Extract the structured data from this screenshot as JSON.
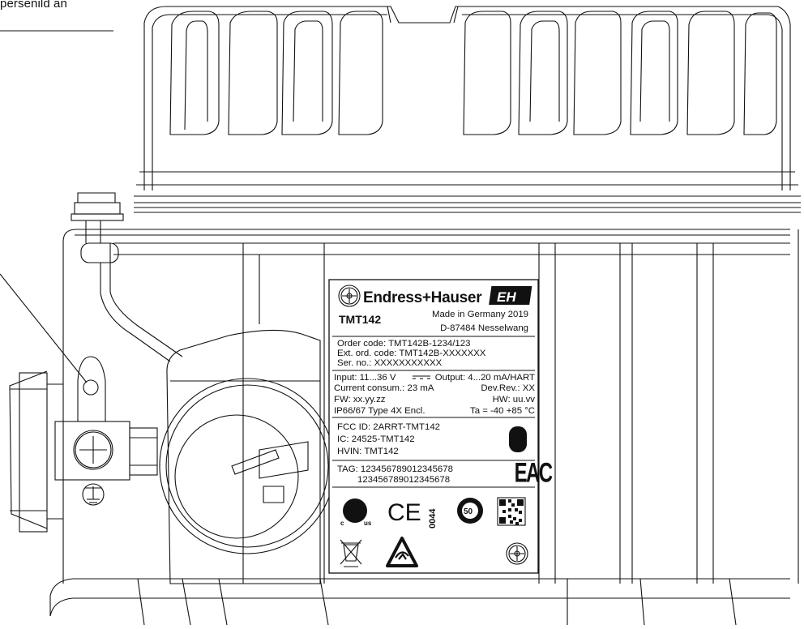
{
  "callout": {
    "text": "persenild an"
  },
  "nameplate": {
    "brand": "Endress+Hauser",
    "logo_text": "EH",
    "model": "TMT142",
    "made_in": "Made in Germany 2019",
    "address": "D-87484 Nesselwang",
    "order_code": "Order code: TMT142B-1234/123",
    "ext_order_code": "Ext. ord. code: TMT142B-XXXXXXX",
    "serial_no": "Ser. no.: XXXXXXXXXXX",
    "input": "Input: 11...36 V",
    "output": "Output: 4...20 mA/HART",
    "current": "Current consum.: 23 mA",
    "dev_rev": "Dev.Rev.: XX",
    "fw": "FW: xx.yy.zz",
    "hw": "HW: uu.vv",
    "ip_rating": "IP66/67 Type 4X Encl.",
    "ta_label": "Ta =",
    "ta_low": "-40",
    "ta_high": "+85 °C",
    "fcc_id": "FCC ID: 2ARRT-TMT142",
    "ic": "IC: 24525-TMT142",
    "hvin": "HVIN: TMT142",
    "tag_line1": "TAG: 123456789012345678",
    "tag_line2": "123456789012345678",
    "mark_ce": "CE",
    "mark_ce_number": "0044",
    "mark_eac": "EAC",
    "mark_csa_sub_left": "c",
    "mark_csa_sub_right": "us",
    "mark_round": "50"
  },
  "icons": [
    "crosshead-screw-icon",
    "earth-ground-icon",
    "qr-code-icon",
    "weee-bin-icon",
    "rcm-mark-icon",
    "csa-mark-icon"
  ]
}
